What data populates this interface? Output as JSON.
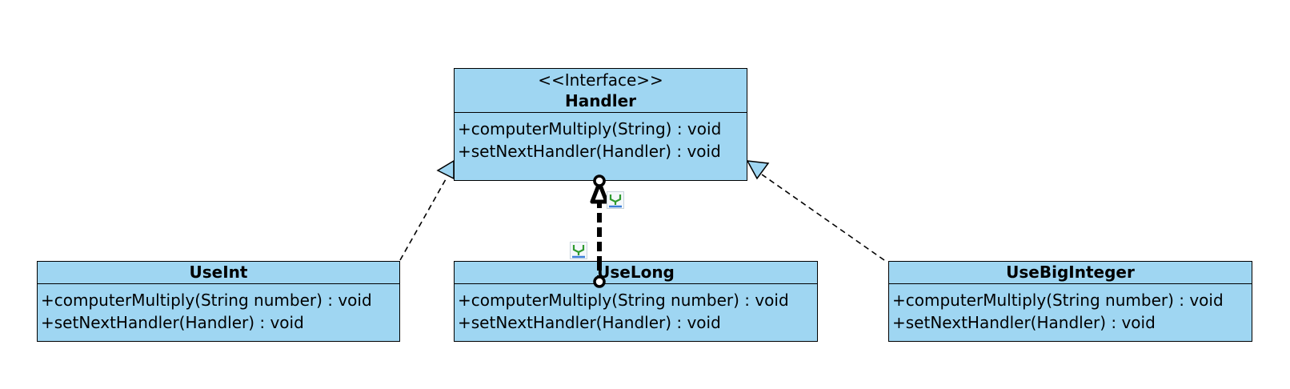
{
  "diagram": {
    "classes": {
      "handler": {
        "stereotype": "<<Interface>>",
        "name": "Handler",
        "methods": [
          "+computerMultiply(String) : void",
          "+setNextHandler(Handler) : void"
        ]
      },
      "useint": {
        "name": "UseInt",
        "methods": [
          "+computerMultiply(String number) : void",
          "+setNextHandler(Handler) : void"
        ]
      },
      "uselong": {
        "name": "UseLong",
        "methods": [
          "+computerMultiply(String number) : void",
          "+setNextHandler(Handler) : void"
        ]
      },
      "usebiginteger": {
        "name": "UseBigInteger",
        "methods": [
          "+computerMultiply(String number) : void",
          "+setNextHandler(Handler) : void"
        ]
      }
    },
    "relationships": [
      {
        "type": "realization",
        "from": "UseInt",
        "to": "Handler"
      },
      {
        "type": "realization",
        "from": "UseLong",
        "to": "Handler",
        "selected": true
      },
      {
        "type": "realization",
        "from": "UseBigInteger",
        "to": "Handler"
      }
    ],
    "icons": [
      "connector-handle-icon",
      "connector-handle-icon"
    ],
    "colors": {
      "class_fill": "#9fd6f2",
      "border": "#000000",
      "icon_green": "#2e9a2e",
      "icon_blue": "#3d7fd9"
    }
  }
}
